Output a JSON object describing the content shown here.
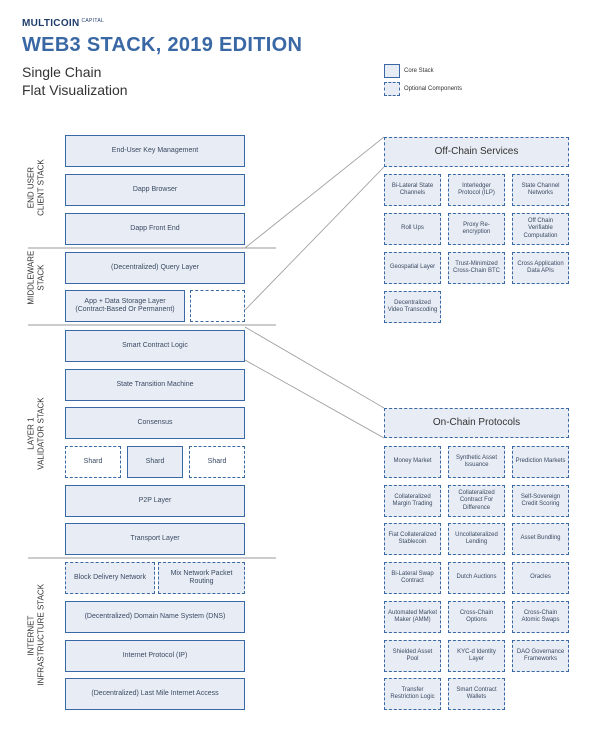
{
  "header": {
    "brand": "MULTICOIN",
    "brand_small": "CAPITAL",
    "title": "WEB3 STACK, 2019 EDITION",
    "subtitle_1": "Single Chain",
    "subtitle_2": "Flat Visualization"
  },
  "legend": {
    "core": "Core Stack",
    "optional": "Optional Components"
  },
  "sections": {
    "end_user_1": "END USER",
    "end_user_2": "CLIENT STACK",
    "middleware_1": "MIDDLEWARE",
    "middleware_2": "STACK",
    "layer1_1": "LAYER 1",
    "layer1_2": "VALIDATOR STACK",
    "internet_1": "INTERNET",
    "internet_2": "INFRASTRUCTURE STACK"
  },
  "stack": {
    "key_mgmt": "End-User Key Management",
    "dapp_browser": "Dapp Browser",
    "dapp_frontend": "Dapp Front End",
    "query_layer": "(Decentralized) Query Layer",
    "storage_1": "App + Data Storage Layer",
    "storage_2": "(Contract-Based Or Permanent)",
    "smart_contract": "Smart Contract Logic",
    "state_machine": "State Transition Machine",
    "consensus": "Consensus",
    "shard_1": "Shard",
    "shard_2": "Shard",
    "shard_3": "Shard",
    "p2p": "P2P Layer",
    "transport": "Transport Layer",
    "block_delivery": "Block Delivery Network",
    "mix_network_1": "Mix Network Packet",
    "mix_network_2": "Routing",
    "dns": "(Decentralized) Domain Name System (DNS)",
    "ip": "Internet Protocol (IP)",
    "last_mile": "(Decentralized) Last Mile Internet Access"
  },
  "offchain": {
    "header": "Off-Chain Services",
    "items": [
      "Bi-Lateral State Channels",
      "Interledger Protocol (ILP)",
      "State Channel Networks",
      "Roll Ups",
      "Proxy Re-encryption",
      "Off Chain Verifiable Computation",
      "Geospatial Layer",
      "Trust-Minimized Cross-Chain BTC",
      "Cross Application Data APIs",
      "Decentralized Video Transcoding"
    ]
  },
  "onchain": {
    "header": "On-Chain Protocols",
    "items": [
      "Money Market",
      "Synthetic Asset Issuance",
      "Prediction Markets",
      "Collateralized Margin Trading",
      "Collateralized Contract For Difference",
      "Self-Sovereign Credit Scoring",
      "Fiat Collateralized Stablecoin",
      "Uncollateralized Lending",
      "Asset Bundling",
      "Bi-Lateral Swap Contract",
      "Dutch Auctions",
      "Oracles",
      "Automated Market Maker (AMM)",
      "Cross-Chain Options",
      "Cross-Chain Atomic Swaps",
      "Shielded Asset Pool",
      "KYC-d Identity Layer",
      "DAO Governance Frameworks",
      "Transfer Restriction Logic",
      "Smart Contract Wallets"
    ]
  },
  "colors": {
    "accent": "#3a68a4",
    "fill": "#e8ecf4",
    "separator": "#999999"
  }
}
